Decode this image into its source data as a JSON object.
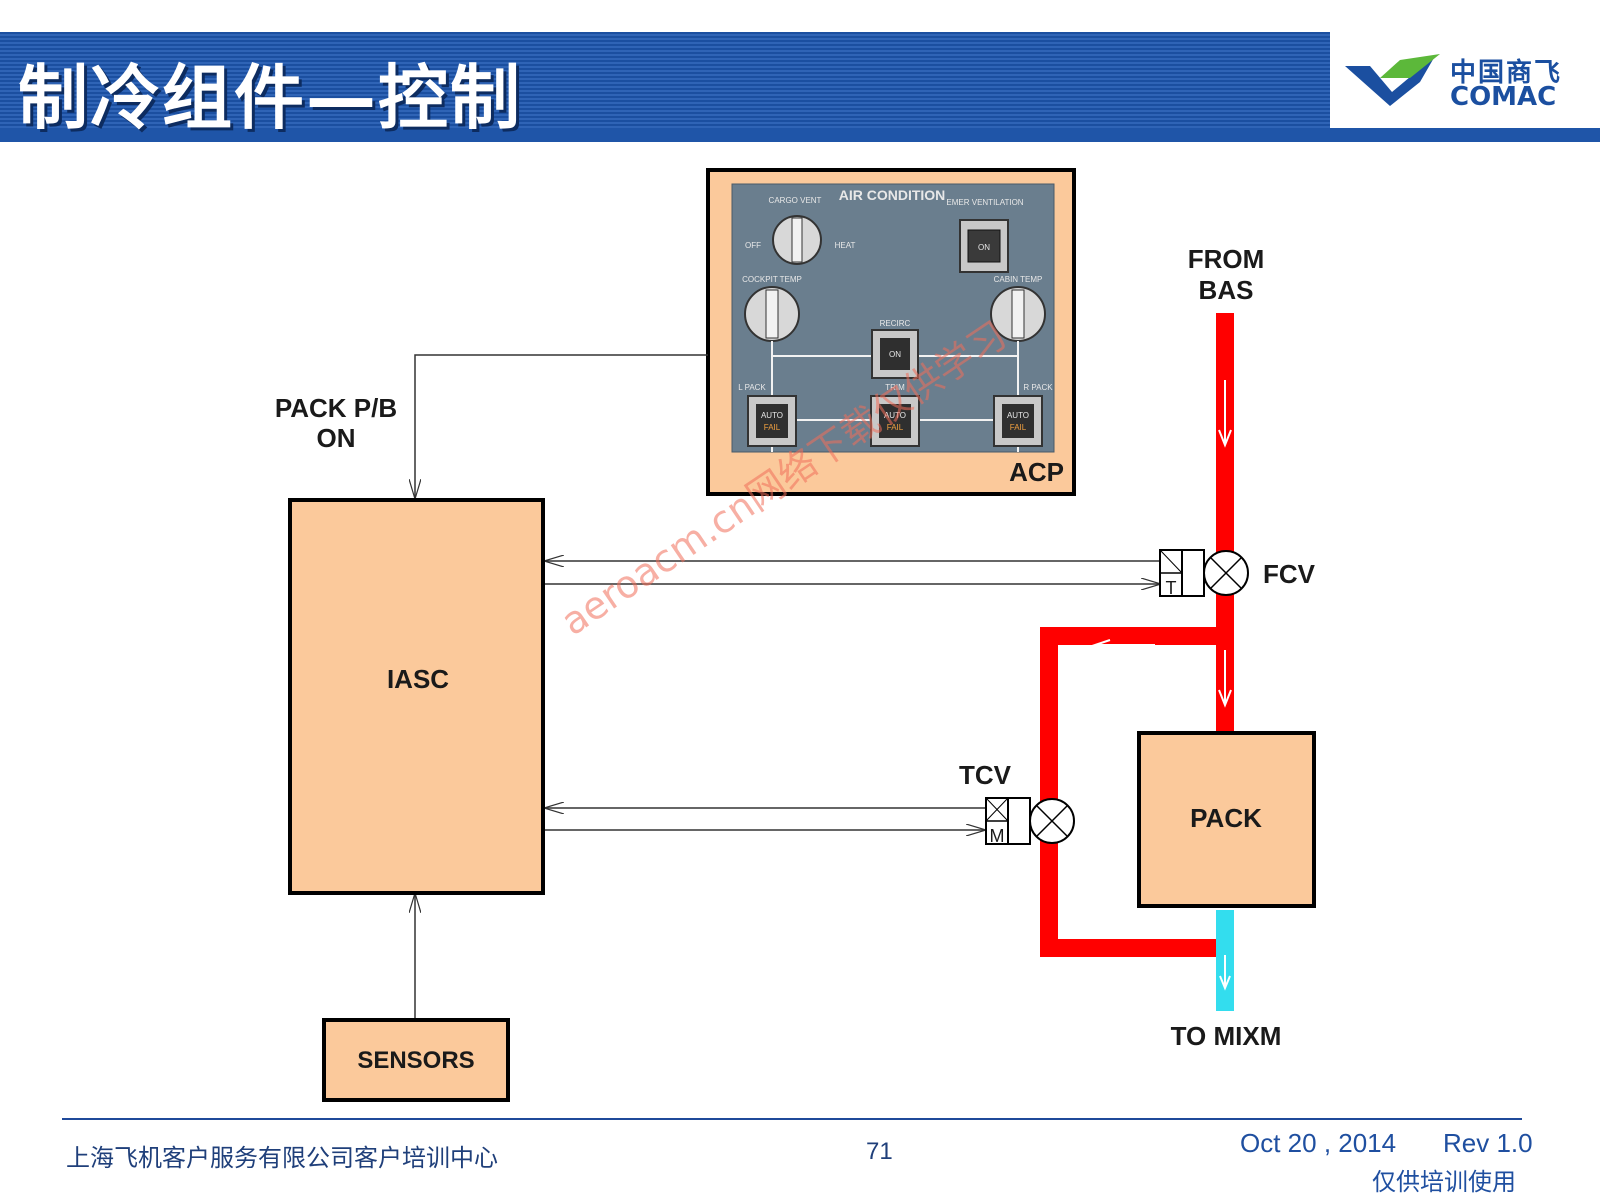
{
  "header": {
    "title": "制冷组件—控制",
    "logo_cn": "中国商飞",
    "logo_en": "COMAC"
  },
  "colors": {
    "header_blue": "#1f55a8",
    "box_fill": "#fbc99b",
    "hot_air": "#ff0000",
    "cold_air": "#33ddee",
    "panel": "#6a7e8e"
  },
  "panel": {
    "title": "AIR CONDITION",
    "cargo_vent": "CARGO VENT",
    "off": "OFF",
    "heat": "HEAT",
    "emer_ventilation": "EMER VENTILATION",
    "on": "ON",
    "cockpit_temp": "COCKPIT TEMP",
    "cabin_temp": "CABIN TEMP",
    "recirc": "RECIRC",
    "l_pack": "L PACK",
    "trim": "TRIM",
    "r_pack": "R PACK",
    "auto": "AUTO",
    "fail": "FAIL",
    "acp": "ACP"
  },
  "labels": {
    "pack_pb": "PACK P/B",
    "pack_pb_on": "ON",
    "iasc": "IASC",
    "sensors": "SENSORS",
    "from": "FROM",
    "bas": "BAS",
    "fcv": "FCV",
    "tcv": "TCV",
    "pack": "PACK",
    "to_mixm": "TO MIXM",
    "valve_t": "T",
    "valve_m": "M"
  },
  "watermark": "aeroacm.cn网络下载仅供学习",
  "footer": {
    "company": "上海飞机客户服务有限公司客户培训中心",
    "page": "71",
    "date": "Oct 20 , 2014",
    "rev": "Rev 1.0",
    "note": "仅供培训使用"
  }
}
